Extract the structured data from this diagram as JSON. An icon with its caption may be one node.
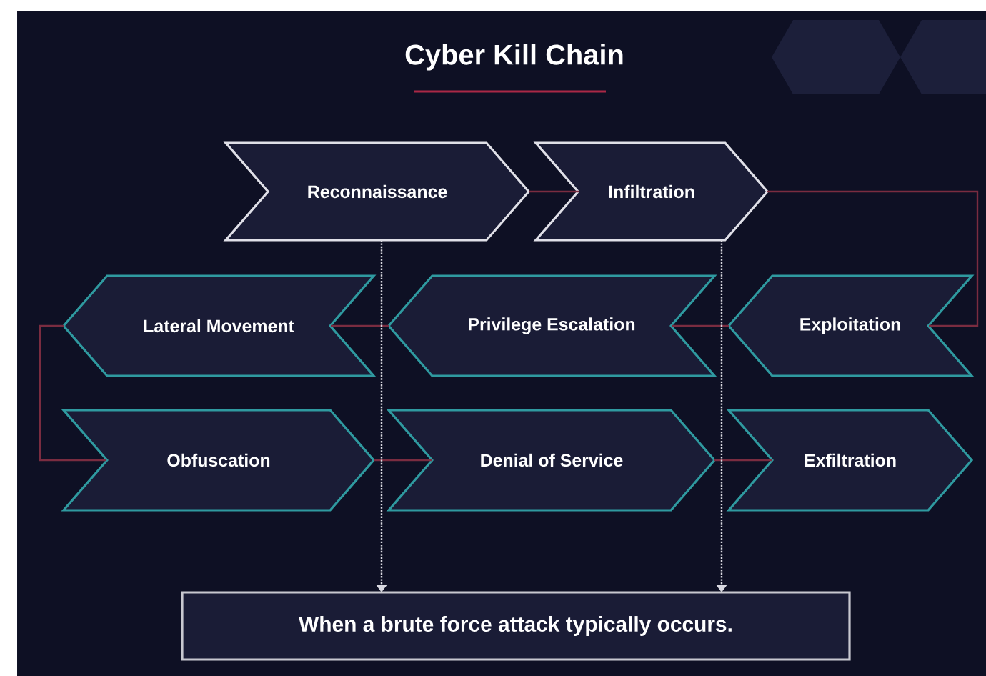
{
  "diagram": {
    "title": "Cyber Kill Chain",
    "nodes": [
      {
        "text": [
          "Reconnaissance"
        ]
      },
      {
        "text": [
          "Infiltration"
        ]
      },
      {
        "text": [
          "Lateral Movement"
        ]
      },
      {
        "text": [
          "Privilege Escalation"
        ]
      },
      {
        "text": [
          "Exploitation"
        ]
      },
      {
        "text": [
          "Obfuscation"
        ]
      },
      {
        "text": [
          "Denial of Service"
        ]
      },
      {
        "text": [
          "Exfiltration"
        ]
      },
      {
        "text": [
          "When a brute force attack typically occurs."
        ]
      }
    ],
    "edges": [
      {
        "from": 0,
        "to": 1,
        "arrow": "none"
      },
      {
        "from": 1,
        "to": 4,
        "arrow": "none"
      },
      {
        "from": 4,
        "to": 3,
        "arrow": "none"
      },
      {
        "from": 3,
        "to": 2,
        "arrow": "none"
      },
      {
        "from": 2,
        "to": 5,
        "arrow": "none"
      },
      {
        "from": 5,
        "to": 6,
        "arrow": "none"
      },
      {
        "from": 6,
        "to": 7,
        "arrow": "none"
      },
      {
        "from": 0,
        "to": 8,
        "arrow": "to",
        "style": "dashed",
        "color": "#d8d8e0"
      },
      {
        "from": 1,
        "to": 8,
        "arrow": "to",
        "style": "dashed",
        "color": "#d8d8e0"
      }
    ]
  }
}
